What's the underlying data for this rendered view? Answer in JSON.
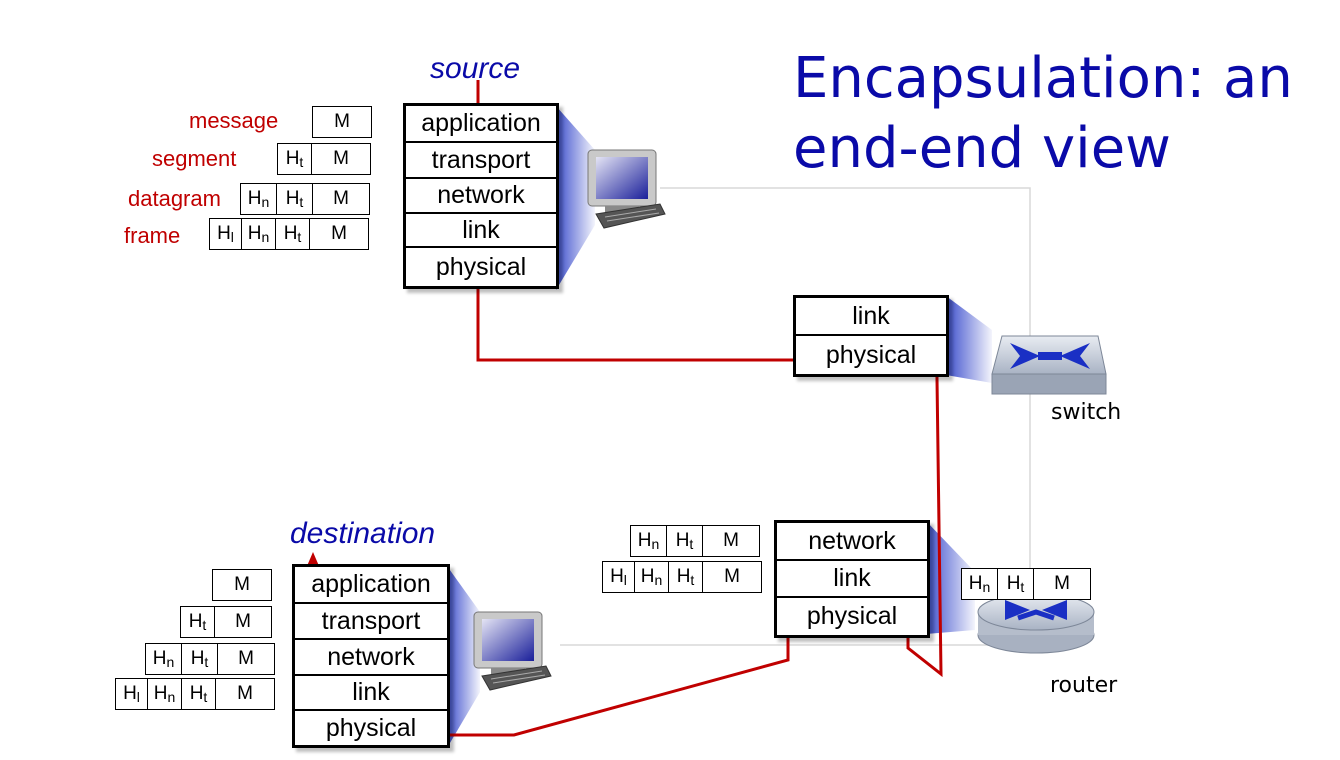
{
  "title": {
    "line1": "Encapsulation: an",
    "line2": "end-end view"
  },
  "source": {
    "label": "source",
    "layers": [
      "application",
      "transport",
      "network",
      "link",
      "physical"
    ]
  },
  "destination": {
    "label": "destination",
    "layers": [
      "application",
      "transport",
      "network",
      "link",
      "physical"
    ]
  },
  "switch": {
    "label": "switch",
    "layers": [
      "link",
      "physical"
    ]
  },
  "router": {
    "label": "router",
    "layers": [
      "network",
      "link",
      "physical"
    ]
  },
  "packet_labels": {
    "message": "message",
    "segment": "segment",
    "datagram": "datagram",
    "frame": "frame"
  },
  "headers": {
    "message": "M",
    "transport": {
      "base": "H",
      "sub": "t"
    },
    "network": {
      "base": "H",
      "sub": "n"
    },
    "link": {
      "base": "H",
      "sub": "l"
    }
  },
  "colors": {
    "title": "#0a0aa8",
    "packet_label": "#c00000",
    "path": "#c00000",
    "device_blue": "#1a2fc4"
  }
}
